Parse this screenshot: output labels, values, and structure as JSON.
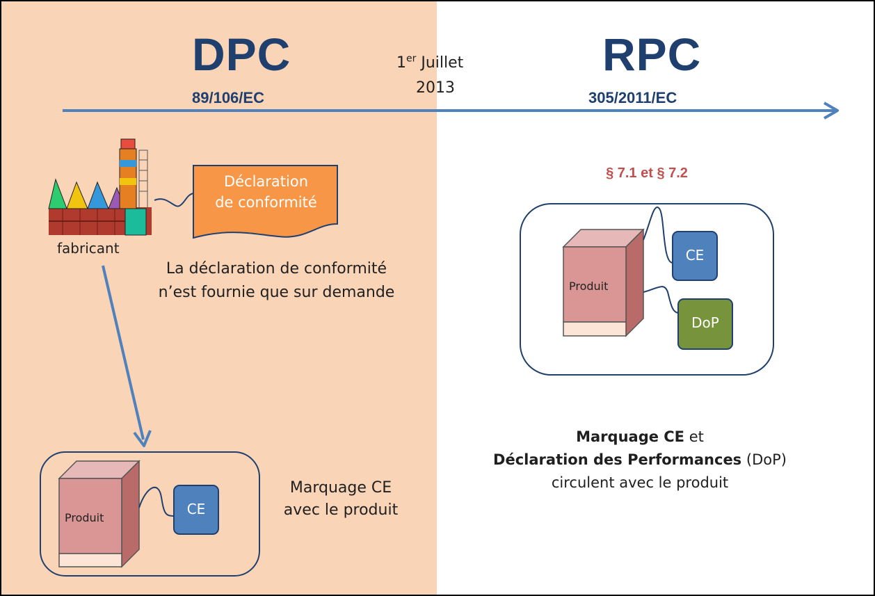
{
  "left_section": {
    "title": "DPC",
    "reference": "89/106/EC",
    "manufacturer_label": "fabricant",
    "document_line1": "Déclaration",
    "document_line2": "de conformité",
    "note_line1": "La déclaration de conformité",
    "note_line2": "n’est fournie que sur demande",
    "product_label": "Produit",
    "tag_label": "CE",
    "caption_line1": "Marquage CE",
    "caption_line2": "avec le produit"
  },
  "timeline": {
    "date_day": "1",
    "date_suffix": "er",
    "date_month": "Juillet",
    "date_year": "2013"
  },
  "right_section": {
    "title": "RPC",
    "reference": "305/2011/EC",
    "paragraph_ref": "§ 7.1 et § 7.2",
    "product_label": "Produit",
    "tag_ce": "CE",
    "tag_dop": "DoP",
    "caption_bold1": "Marquage CE",
    "caption_text1": "et",
    "caption_bold2": "Déclaration des Performances",
    "caption_text2": "(DoP)",
    "caption_line3": "circulent avec le produit"
  },
  "colors": {
    "left_background": "#f9d4b7",
    "arrow": "#4f81bd",
    "title": "#1f3f6e",
    "paragraph_ref": "#c0504d",
    "document": "#f79646",
    "ce_tag": "#4f81bd",
    "dop_tag": "#77933c",
    "product_front": "#d99694",
    "product_side": "#b96b69"
  }
}
